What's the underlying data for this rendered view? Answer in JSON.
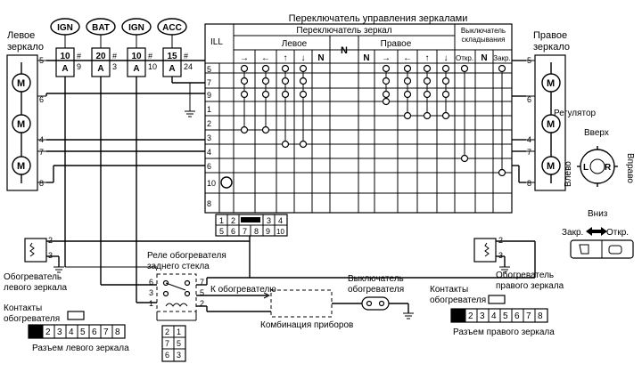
{
  "left_mirror": {
    "title": "Левое\nзеркало",
    "pins": [
      "5",
      "6",
      "4",
      "7",
      "8"
    ]
  },
  "right_mirror": {
    "title": "Правое\nзеркало",
    "pins": [
      "5",
      "6",
      "4",
      "7",
      "8"
    ]
  },
  "power": [
    {
      "source": "IGN",
      "fuse": "10\nA",
      "num": "#\n9"
    },
    {
      "source": "BAT",
      "fuse": "20\nA",
      "num": "#\n3"
    },
    {
      "source": "IGN",
      "fuse": "10\nA",
      "num": "#\n10"
    },
    {
      "source": "ACC",
      "fuse": "15\nA",
      "num": "#\n24"
    }
  ],
  "switch": {
    "title": "Переключатель управления зеркалами",
    "sub_title": "Переключатель зеркал",
    "ill": "ILL",
    "left_label": "Левое",
    "right_label": "Правое",
    "neutral": "N",
    "fold_title": "Выключатель\nскладывания",
    "fold_cols": [
      "Откр.",
      "N",
      "Закр."
    ],
    "arrows": [
      "→",
      "←",
      "↑",
      "↓"
    ],
    "rows": [
      "5",
      "7",
      "9",
      "1",
      "2",
      "3",
      "4",
      "6",
      "10",
      "8"
    ]
  },
  "regulator": {
    "title": "Регулятор",
    "up": "Вверх",
    "down": "Вниз",
    "left": "Влево",
    "right": "Вправо",
    "L": "L",
    "R": "R"
  },
  "fold_labels": {
    "close": "Закр.",
    "open": "Откр."
  },
  "connector_center": {
    "row1": [
      "1",
      "2",
      "",
      "3",
      "4"
    ],
    "row2": [
      "5",
      "6",
      "7",
      "8",
      "9",
      "10"
    ]
  },
  "heater_left": {
    "label": "Обогреватель\nлевого зеркала",
    "pins": [
      "2",
      "3"
    ]
  },
  "heater_right": {
    "label": "Обогреватель\nправого зеркала",
    "pins": [
      "2",
      "3"
    ]
  },
  "relay": {
    "title": "Реле обогревателя\nзаднего стекла",
    "pins": [
      "6",
      "7",
      "3",
      "5",
      "1",
      "2"
    ],
    "conn_row1": [
      "2",
      "1"
    ],
    "conn_row2": [
      "7",
      "5"
    ],
    "conn_row3": [
      "6",
      "3"
    ]
  },
  "to_heater": "К обогревателю",
  "cluster": "Комбинация приборов",
  "heater_switch": "Выключатель\nобогревателя",
  "contacts_left": {
    "label": "Контакты\nобогревателя",
    "cells": [
      "2",
      "3",
      "4",
      "5",
      "6",
      "7",
      "8"
    ],
    "caption": "Разъем левого зеркала"
  },
  "contacts_right": {
    "label": "Контакты\nобогревателя",
    "cells": [
      "2",
      "3",
      "4",
      "5",
      "6",
      "7",
      "8"
    ],
    "caption": "Разъем правого зеркала"
  }
}
